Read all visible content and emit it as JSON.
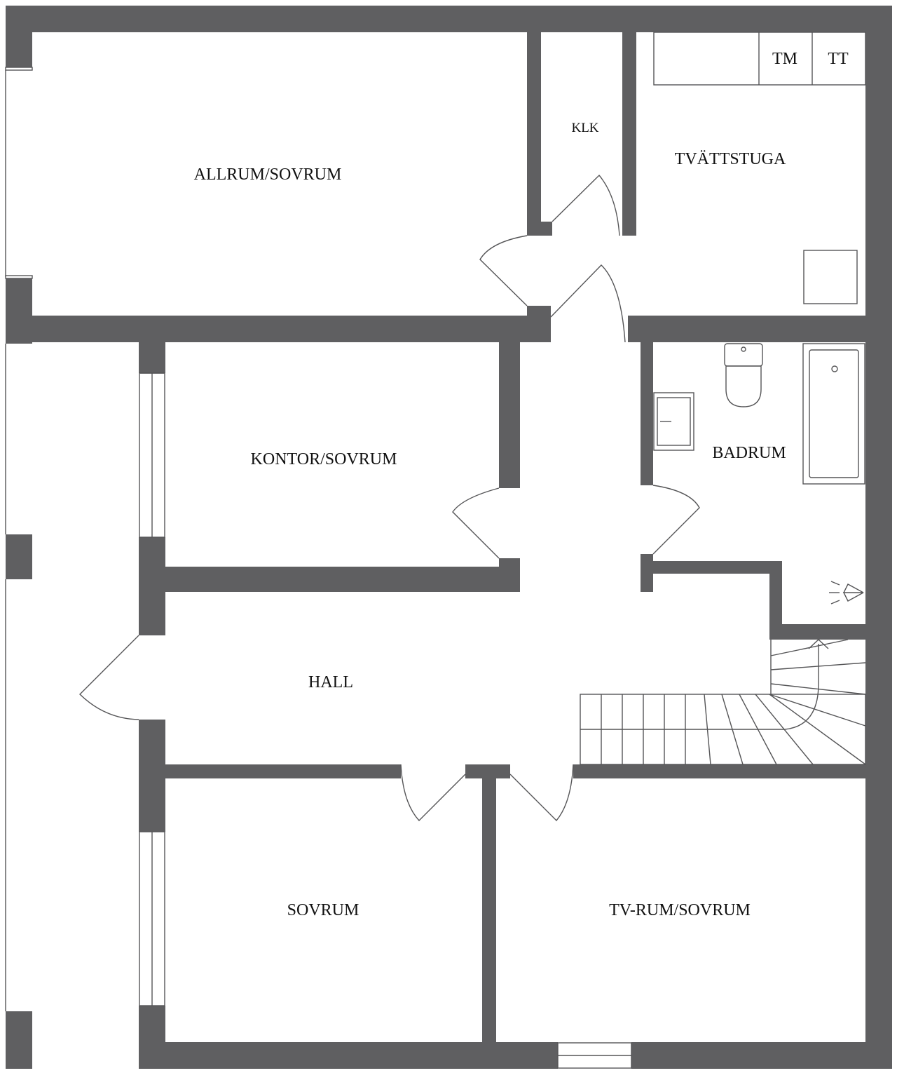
{
  "rooms": {
    "allrum": "ALLRUM/SOVRUM",
    "klk": "KLK",
    "tvattstuga": "TVÄTTSTUGA",
    "kontor": "KONTOR/SOVRUM",
    "badrum": "BADRUM",
    "hall": "HALL",
    "sovrum": "SOVRUM",
    "tvrum": "TV-RUM/SOVRUM"
  },
  "appliances": {
    "tm": "TM",
    "tt": "TT"
  },
  "colors": {
    "wall": "#5f5f61",
    "line": "#555557",
    "background": "#ffffff"
  }
}
